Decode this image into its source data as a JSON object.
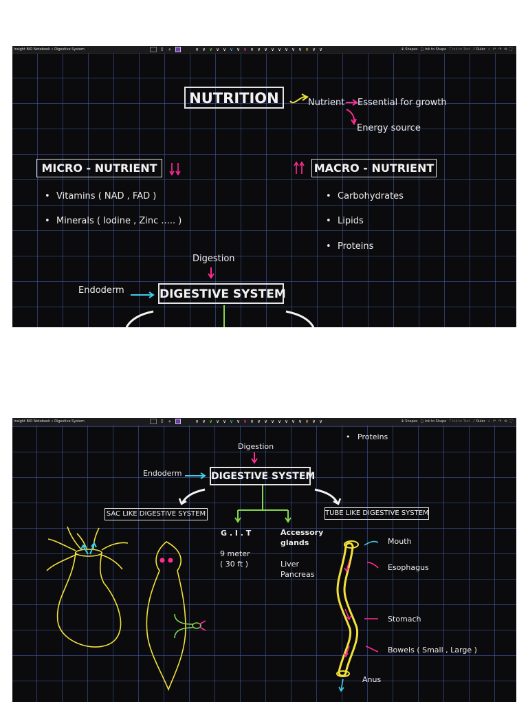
{
  "toolbar": {
    "title": "Insight BIO Notebook • Digestive System",
    "shapes_label": "Shapes",
    "ink_to_shape_label": "Ink to Shape",
    "ink_to_text_label": "Ink to Text",
    "ruler_label": "Ruler",
    "pen_colors": [
      "#f5f5f5",
      "#f5f5f5",
      "#7be14a",
      "#f5f5f5",
      "#f5f5f5",
      "#46c6e8",
      "#f5f5f5",
      "#ff3da8",
      "#f5f5f5",
      "#f5f5f5",
      "#f5f5f5",
      "#f5f5f5",
      "#f5f5f5",
      "#f5f5f5",
      "#f5f5f5",
      "#f5f5f5",
      "#f5d547",
      "#f5f5f5",
      "#f5f5f5"
    ]
  },
  "slide1": {
    "nutrition": "NUTRITION",
    "nutrient": "Nutrient",
    "essential": "Essential for growth",
    "energy": "Energy source",
    "micro": "MICRO - NUTRIENT",
    "macro": "MACRO - NUTRIENT",
    "micro_items": [
      "Vitamins ( NAD , FAD )",
      "Minerals ( Iodine , Zinc ..... )"
    ],
    "macro_items": [
      "Carbohydrates",
      "Lipids",
      "Proteins"
    ],
    "digestion": "Digestion",
    "endoderm": "Endoderm",
    "digestive_system": "DIGESTIVE  SYSTEM"
  },
  "slide2": {
    "proteins": "Proteins",
    "digestion": "Digestion",
    "endoderm": "Endoderm",
    "digestive_system": "DIGESTIVE  SYSTEM",
    "sac_like": "SAC LIKE DIGESTIVE SYSTEM",
    "tube_like": "TUBE LIKE DIGESTIVE SYSTEM",
    "git": "G . I . T",
    "git_length_1": "9 meter",
    "git_length_2": "( 30 ft )",
    "accessory_1": "Accessory",
    "accessory_2": "glands",
    "liver": "Liver",
    "pancreas": "Pancreas",
    "mouth": "Mouth",
    "esophagus": "Esophagus",
    "stomach": "Stomach",
    "bowels": "Bowels ( Small , Large )",
    "anus": "Anus"
  },
  "colors": {
    "background": "#0b0b0d",
    "grid": "#465faf",
    "pink": "#ff2d92",
    "cyan": "#3fd0e8",
    "yellow": "#f3e23a",
    "green": "#86d84a"
  }
}
